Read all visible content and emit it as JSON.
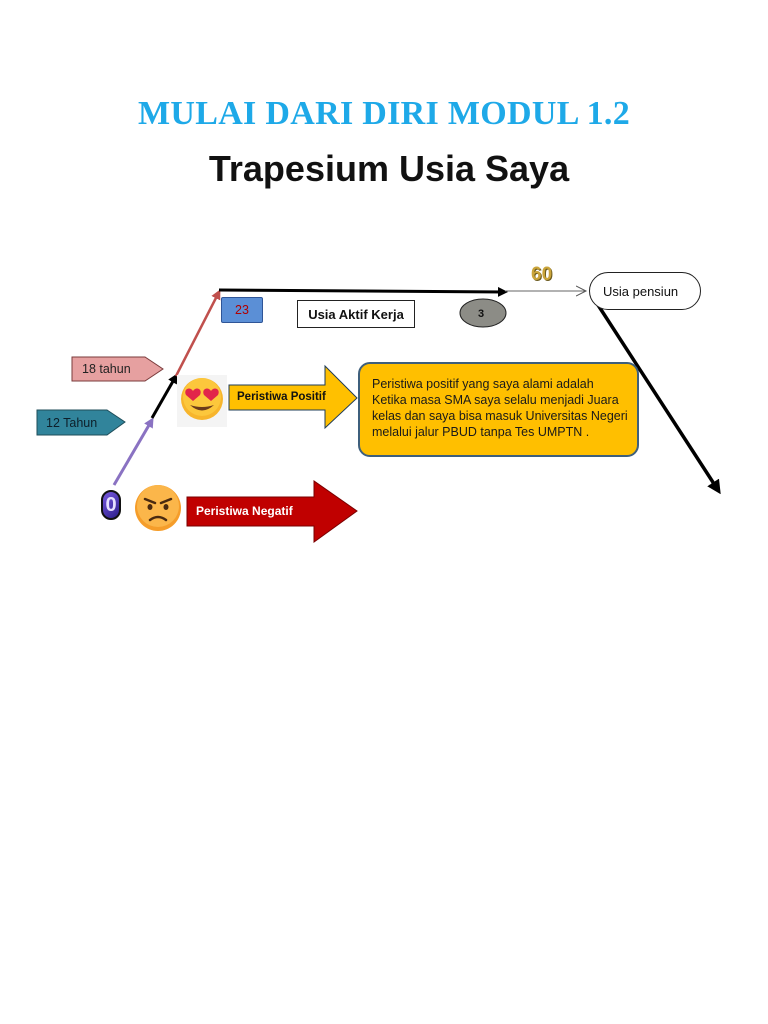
{
  "header": {
    "heading": "MULAI DARI DIRI MODUL 1.2",
    "title": "Trapesium Usia Saya"
  },
  "diagram": {
    "age_0": "0",
    "age_12": "12 Tahun",
    "age_18": "18 tahun",
    "age_23": "23",
    "age_60": "60",
    "oval_label": "3",
    "active_work_label": "Usia Aktif Kerja",
    "retirement_label": "Usia pensiun",
    "positive_event_label": "Peristiwa Positif",
    "negative_event_label": "Peristiwa Negatif",
    "positive_event_lines": [
      "Peristiwa positif yang saya alami adalah",
      "Ketika masa SMA saya selalu menjadi Juara",
      "kelas dan saya bisa masuk Universitas Negeri",
      "melalui jalur PBUD tanpa Tes UMPTN ."
    ]
  },
  "colors": {
    "heading": "#1ea9e8",
    "tag_12": "#31849b",
    "tag_18": "#e6a0a0",
    "positive_arrow": "#ffc000",
    "negative_arrow": "#c00000",
    "box_23": "#5b8fd6",
    "callout": "#ffbf00"
  },
  "icons": {
    "positive": "heart-eyes-emoji-icon",
    "negative": "angry-face-emoji-icon"
  }
}
